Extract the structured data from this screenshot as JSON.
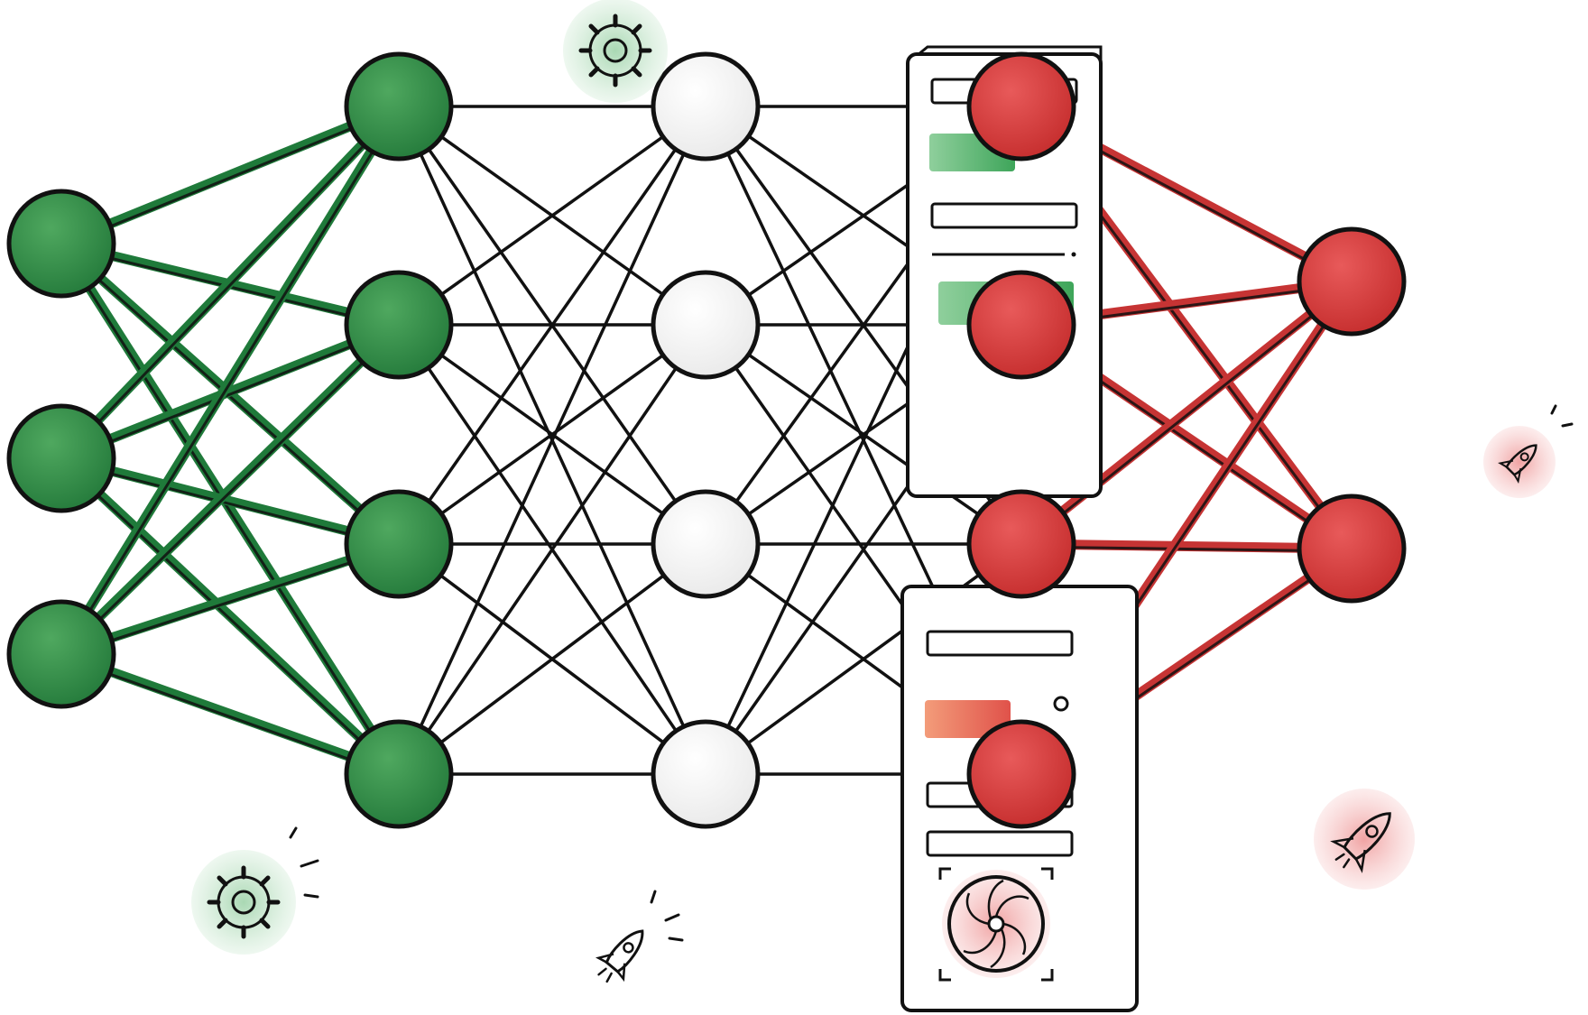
{
  "colors": {
    "green": "#2e8b45",
    "green_edge": "#1f7a3a",
    "red": "#d93a3a",
    "red_edge": "#c63434",
    "white_node": "#f6f6f6",
    "outline": "#111111",
    "server_fill": "#ffffff",
    "badge_green": "#cde9d3",
    "badge_red": "#f7cfcf"
  },
  "layers": [
    {
      "name": "input",
      "color": "green",
      "nodes": 3
    },
    {
      "name": "hidden-1",
      "color": "green",
      "nodes": 4
    },
    {
      "name": "hidden-2",
      "color": "white",
      "nodes": 4
    },
    {
      "name": "hidden-3",
      "color": "red",
      "nodes": 4
    },
    {
      "name": "output",
      "color": "red",
      "nodes": 2
    }
  ],
  "servers": [
    {
      "name": "server-top",
      "bars": [
        "plain",
        "green",
        "plain",
        "line",
        "green"
      ]
    },
    {
      "name": "server-bottom",
      "bars": [
        "plain",
        "red",
        "plain",
        "plain"
      ],
      "has_fan": true
    }
  ],
  "decorations": [
    {
      "name": "gear-icon",
      "badge": "green"
    },
    {
      "name": "gear-icon",
      "badge": "green"
    },
    {
      "name": "rocket-icon",
      "badge": "none"
    },
    {
      "name": "rocket-icon",
      "badge": "red"
    },
    {
      "name": "rocket-icon",
      "badge": "red"
    }
  ]
}
